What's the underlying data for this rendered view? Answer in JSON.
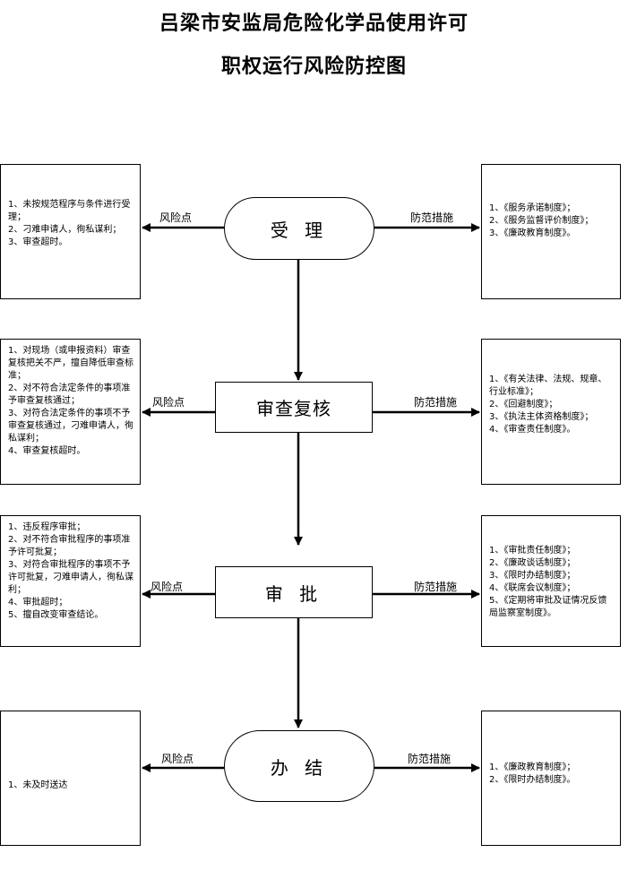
{
  "title_line1": "吕梁市安监局危险化学品使用许可",
  "title_line2": "职权运行风险防控图",
  "risk_label": "风险点",
  "measure_label": "防范措施",
  "stages": [
    {
      "name": "受 理",
      "risks": [
        "1、未按规范程序与条件进行受理；",
        "2、刁难申请人，徇私谋利；",
        "3、审查超时。"
      ],
      "measures": [
        "1、《服务承诺制度》；",
        "2、《服务监督评价制度》；",
        "3、《廉政教育制度》。"
      ]
    },
    {
      "name": "审查复核",
      "risks": [
        "1、对现场（或申报资料）审查复核把关不严，擅自降低审查标准；",
        "2、对不符合法定条件的事项准予审查复核通过；",
        "3、对符合法定条件的事项不予审查复核通过，刁难申请人，徇私谋利；",
        "4、审查复核超时。"
      ],
      "measures": [
        "1、《有关法律、法规、规章、行业标准》；",
        "2、《回避制度》；",
        "3、《执法主体资格制度》；",
        "4、《审查责任制度》。"
      ]
    },
    {
      "name": "审 批",
      "risks": [
        "1、违反程序审批；",
        "2、对不符合审批程序的事项准予许可批复；",
        "3、对符合审批程序的事项不予许可批复，刁难申请人，徇私谋利；",
        "4、审批超时；",
        "5、擅自改变审查结论。"
      ],
      "measures": [
        "1、《审批责任制度》；",
        "2、《廉政谈话制度》；",
        "3、《限时办结制度》；",
        "4、《联席会议制度》；",
        "5、《定期将审批及证情况反馈局监察室制度》。"
      ]
    },
    {
      "name": "办 结",
      "risks": [
        "1、未及时送达"
      ],
      "measures": [
        "1、《廉政教育制度》；",
        "2、《限时办结制度》。"
      ]
    }
  ]
}
